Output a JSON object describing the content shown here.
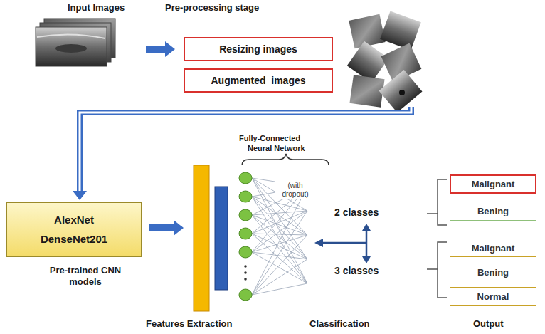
{
  "diagram": {
    "nodes": [
      {
        "text": [
          "Resizing images"
        ]
      },
      {
        "text": [
          "Augmented  images"
        ]
      },
      {
        "text": [
          "AlexNet",
          "DenseNet201"
        ]
      },
      {
        "text": [
          "Malignant"
        ]
      },
      {
        "text": [
          "Bening"
        ]
      },
      {
        "text": [
          "Malignant"
        ]
      },
      {
        "text": [
          "Bening"
        ]
      },
      {
        "text": [
          "Normal"
        ]
      }
    ],
    "labels": [
      "Input Images",
      "Pre-processing stage",
      "Fully-Connected",
      "Neural Network",
      "(with dropout)",
      "2 classes",
      "3 classes",
      "Pre-trained CNN models",
      "Features Extraction",
      "Classification",
      "Output"
    ]
  }
}
